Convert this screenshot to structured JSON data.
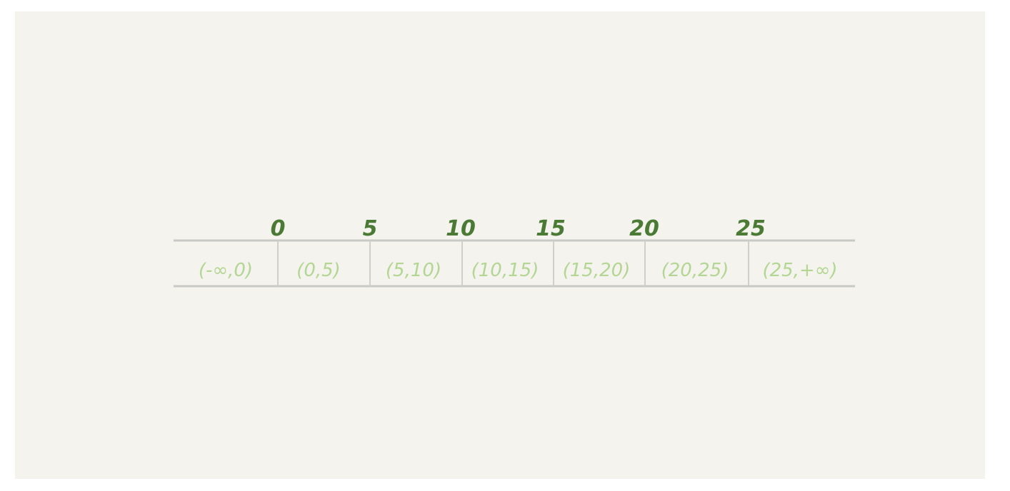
{
  "boundaries": [
    "0",
    "5",
    "10",
    "15",
    "20",
    "25"
  ],
  "gaps": [
    "(-∞,0)",
    "(0,5)",
    "(5,10)",
    "(10,15)",
    "(15,20)",
    "(20,25)",
    "(25,+∞)"
  ],
  "colors": {
    "background": "#f4f3ee",
    "boundary_text": "#4a7a34",
    "gap_text": "#b3d692",
    "rule": "#c8c8c5"
  }
}
